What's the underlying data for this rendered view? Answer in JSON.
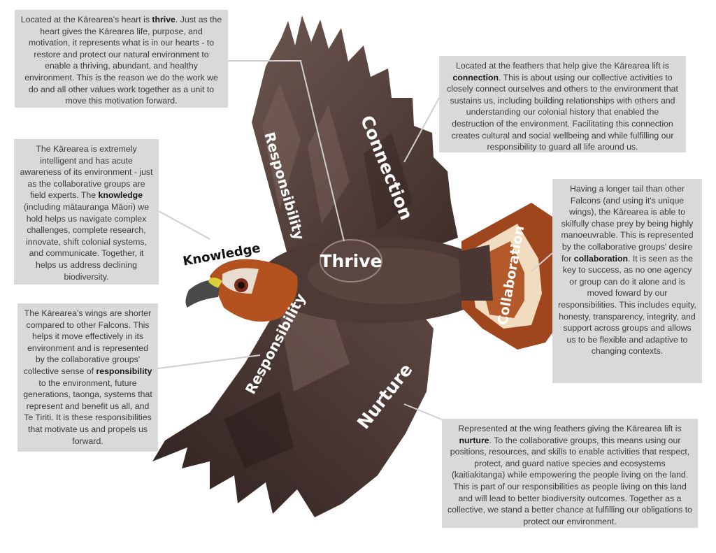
{
  "thrive_box": {
    "pre": "Located at the Kārearea's heart is ",
    "bold": "thrive",
    "post": ". Just as the heart gives the Kārearea life, purpose, and motivation, it represents what is in our hearts - to restore and protect our natural environment to enable a thriving, abundant, and healthy environment. This is the reason we do the work we do and all other values work together as a unit to move this motivation forward."
  },
  "connection_box": {
    "pre": "Located at the feathers that help give the Kārearea lift is ",
    "bold": "connection",
    "post": ". This is about using our collective activities to closely connect ourselves and others to the environment that sustains us, including building relationships with others and understanding our colonial history that enabled the destruction of the environment. Facilitating this connection creates cultural and social wellbeing and while fulfilling our responsibility to guard all life around us."
  },
  "knowledge_box": {
    "pre": "The Kārearea is extremely intelligent and has acute awareness of its environment - just as the collaborative groups are field experts. The ",
    "bold": "knowledge",
    "post": " (including mātauranga Māori) we hold helps us navigate complex challenges, complete research, innovate, shift colonial systems, and communicate. Together, it helps us address declining biodiversity."
  },
  "collaboration_box": {
    "pre": "Having a longer tail than other Falcons (and using it's unique wings), the Kārearea is able to skilfully chase prey by being highly manoeuvrable. This is represented by the collaborative groups' desire for ",
    "bold": "collaboration",
    "post": ". It is seen as the key to success, as no one agency or group can do it alone and is moved foward by our responsibilities. This includes equity, honesty, transparency, integrity, and support across groups and allows us to be flexible and adaptive to changing contexts."
  },
  "responsibility_box": {
    "pre": "The Kārearea's wings are shorter compared to other Falcons. This helps it move effectively in its environment and is represented by the collaborative groups' collective sense of ",
    "bold": "responsibility",
    "post": " to the environment, future generations, taonga, systems that represent and benefit us all, and Te Tiriti. It is these responsibilities that motivate us and propels us forward."
  },
  "nurture_box": {
    "pre": "Represented at the wing feathers giving the Kārearea lift is ",
    "bold": "nurture",
    "post": ". To the collaborative groups, this means using our positions, resources, and skills to enable activities that respect, protect, and guard native species and ecosystems (kaitiakitanga) while empowering the people living on the land. This is part of our responsibilities as people living on this land and will lead to better biodiversity outcomes. Together as a collective, we stand a better chance at fulfilling our obligations to protect our environment."
  },
  "labels": {
    "thrive": "Thrive",
    "connection": "Connection",
    "responsibility_upper": "Responsibility",
    "responsibility_lower": "Responsibility",
    "knowledge": "Knowledge",
    "collaboration": "Collaboration",
    "nurture": "Nurture"
  },
  "colors": {
    "box_bg": "#d9d9d9",
    "wing_dark": "#3b2a26",
    "wing_mid": "#5e4640",
    "wing_light": "#8a6f66",
    "tail_rust": "#a0461e",
    "tail_cream": "#f1dcc0",
    "head_rust": "#b4521f",
    "beak_yellow": "#d8cf3a"
  }
}
